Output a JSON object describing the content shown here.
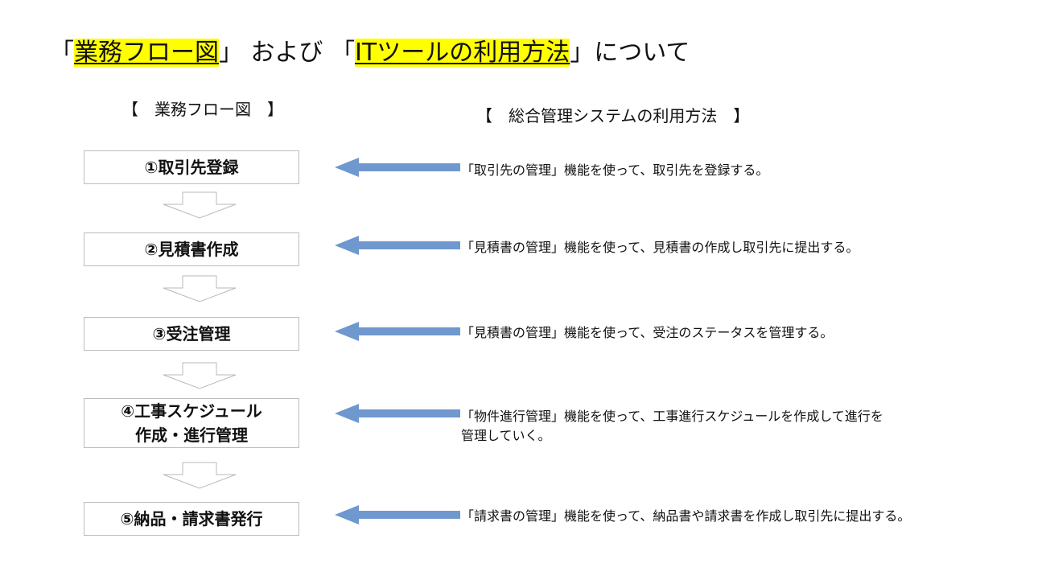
{
  "title": {
    "open1": "「",
    "highlight1": "業務フロー図",
    "close1": "」",
    "mid": " および 「",
    "highlight2": "ITツールの利用方法",
    "tail": "」について"
  },
  "headers": {
    "flow": "【　業務フロー図　】",
    "usage": "【　総合管理システムの利用方法　】"
  },
  "steps": [
    {
      "label": "①取引先登録",
      "description": "「取引先の管理」機能を使って、取引先を登録する。"
    },
    {
      "label": "②見積書作成",
      "description": "「見積書の管理」機能を使って、見積書の作成し取引先に提出する。"
    },
    {
      "label": "③受注管理",
      "description": "「見積書の管理」機能を使って、受注のステータスを管理する。"
    },
    {
      "label": "④工事スケジュール\n作成・進行管理",
      "description": "「物件進行管理」機能を使って、工事進行スケジュールを作成して進行を\n管理していく。"
    },
    {
      "label": "⑤納品・請求書発行",
      "description": "「請求書の管理」機能を使って、納品書や請求書を作成し取引先に提出する。"
    }
  ],
  "colors": {
    "highlight": "#ffff00",
    "arrow": "#6f98cf",
    "box_border": "#bdbdbd",
    "down_arrow_stroke": "#b8b8b8"
  }
}
